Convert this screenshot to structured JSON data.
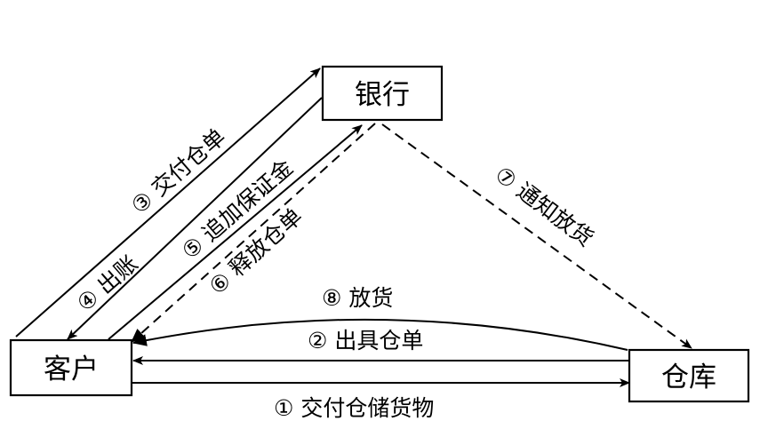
{
  "nodes": {
    "bank": "银行",
    "customer": "客户",
    "warehouse": "仓库"
  },
  "flows": {
    "step1": "① 交付仓储货物",
    "step2": "② 出具仓单",
    "step3": "③ 交付仓单",
    "step4": "④ 出账",
    "step5": "⑤ 追加保证金",
    "step6": "⑥ 释放仓单",
    "step7": "⑦ 通知放货",
    "step8": "⑧ 放货"
  }
}
